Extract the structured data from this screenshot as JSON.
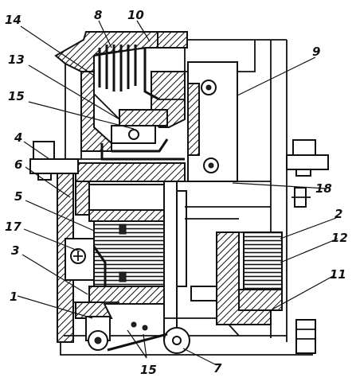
{
  "labels": [
    {
      "id": "1",
      "text": "1"
    },
    {
      "id": "2",
      "text": "2"
    },
    {
      "id": "3",
      "text": "3"
    },
    {
      "id": "4",
      "text": "4"
    },
    {
      "id": "5",
      "text": "5"
    },
    {
      "id": "6",
      "text": "6"
    },
    {
      "id": "7",
      "text": "7"
    },
    {
      "id": "8",
      "text": "8"
    },
    {
      "id": "9",
      "text": "9"
    },
    {
      "id": "10",
      "text": "10"
    },
    {
      "id": "11",
      "text": "11"
    },
    {
      "id": "12",
      "text": "12"
    },
    {
      "id": "13",
      "text": "13"
    },
    {
      "id": "14",
      "text": "14"
    },
    {
      "id": "15a",
      "text": "15"
    },
    {
      "id": "15b",
      "text": "15"
    },
    {
      "id": "17",
      "text": "17"
    },
    {
      "id": "18",
      "text": "18"
    }
  ]
}
